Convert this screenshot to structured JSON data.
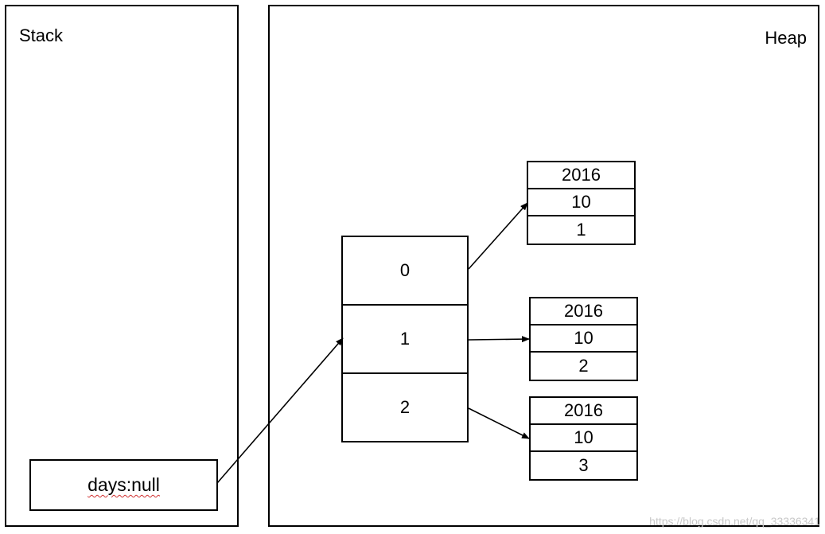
{
  "stack": {
    "title": "Stack",
    "variable": "days:null"
  },
  "heap": {
    "title": "Heap",
    "array_cells": [
      "0",
      "1",
      "2"
    ],
    "objects": [
      {
        "year": "2016",
        "month": "10",
        "day": "1"
      },
      {
        "year": "2016",
        "month": "10",
        "day": "2"
      },
      {
        "year": "2016",
        "month": "10",
        "day": "3"
      }
    ]
  },
  "watermark": "https://blog.csdn.net/qq_33336341"
}
